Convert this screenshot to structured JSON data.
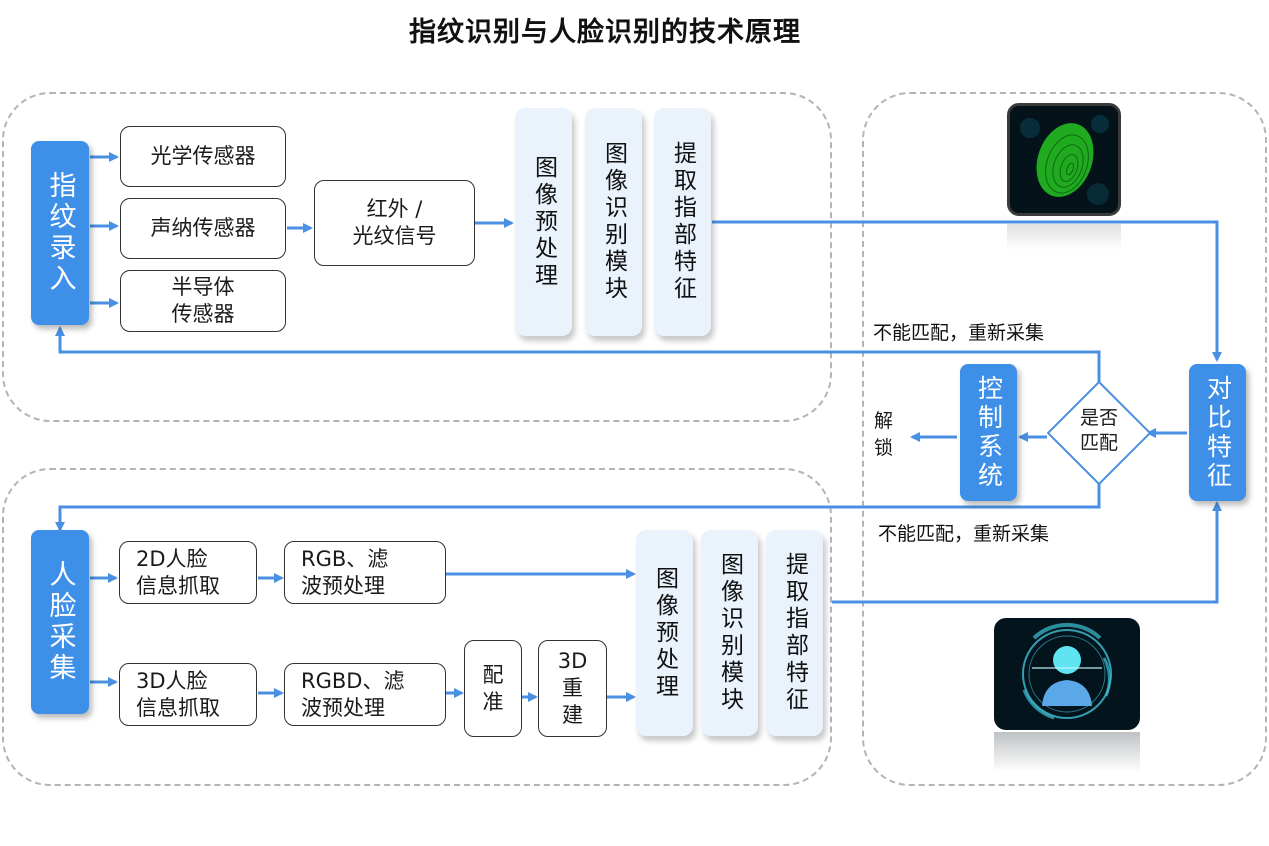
{
  "title": "指纹识别与人脸识别的技术原理",
  "colors": {
    "accent_blue": "#3d8fe8",
    "line_blue": "#4a90e2",
    "pale_box": "#eaf2fc",
    "dash_border": "#b4b4b4",
    "fingerprint_green": "#22c322",
    "face_cyan": "#4fd9ef"
  },
  "fingerprint": {
    "entry": "指纹录入",
    "sensors": [
      "光学传感器",
      "声纳传感器",
      "半导体\n传感器"
    ],
    "signal": "红外 /\n光纹信号",
    "steps": [
      "图像预处理",
      "图像识别模块",
      "提取指部特征"
    ],
    "retry_label": "不能匹配，重新采集",
    "icon": "fingerprint-scanner-icon"
  },
  "face": {
    "entry": "人脸采集",
    "capture_2d": "2D人脸\n信息抓取",
    "capture_3d": "3D人脸\n信息抓取",
    "filter_2d": "RGB、滤\n波预处理",
    "filter_3d": "RGBD、滤\n波预处理",
    "registration": "配\n准",
    "reconstruction": "3D\n重\n建",
    "steps": [
      "图像预处理",
      "图像识别模块",
      "提取指部特征"
    ],
    "retry_label": "不能匹配，重新采集",
    "icon": "face-scan-icon"
  },
  "decision": {
    "compare": "对比特征",
    "match_question": "是否\n匹配",
    "control": "控制系统",
    "unlock": "解\n锁"
  }
}
